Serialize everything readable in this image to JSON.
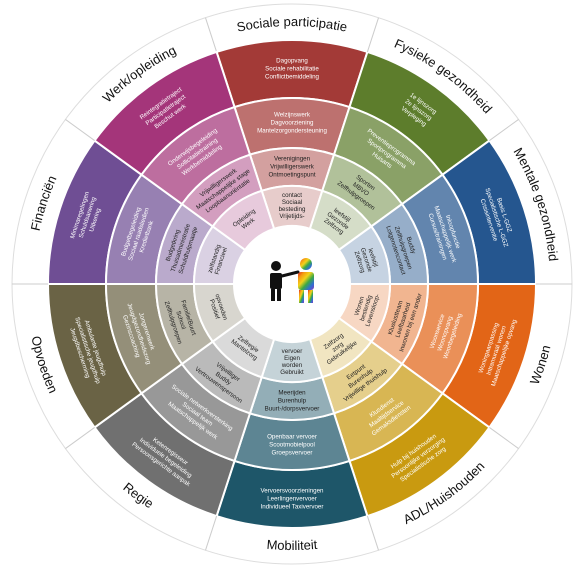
{
  "wheel": {
    "domains": [
      {
        "name": "Sociale participatie",
        "color": "#a33a37",
        "rings": [
          [
            "Conflictbemiddeling",
            "Sociale rehabilitatie",
            "Dagopvang"
          ],
          [
            "Mantelzorgondersteuning",
            "Dagvoorziening",
            "Welzijnswerk"
          ],
          [
            "Ontmoetingspunt",
            "Vrijwilligerswerk",
            "Verenigingen"
          ],
          [
            "Vrijetijds-",
            "besteding",
            "Sociaal",
            "contact"
          ]
        ]
      },
      {
        "name": "Fysieke gezondheid",
        "color": "#5d7d2c",
        "rings": [
          [
            "Verpleging",
            "2e lijnszorg",
            "1e lijnszorg"
          ],
          [
            "Huisarts",
            "Sportprogramma",
            "Preventieprogramma"
          ],
          [
            "Zelfhulpgroepen",
            "MBVO",
            "Sporten"
          ],
          [
            "Zelfzorg",
            "Gezonde",
            "leefstijl"
          ]
        ]
      },
      {
        "name": "Mentale gezondheid",
        "color": "#25568f",
        "rings": [
          [
            "Crisisinterventie",
            "Specialistische L-GGZ",
            "Basis L-GGZ"
          ],
          [
            "Cursus/trainingen",
            "Maatschappelijk werk",
            "Inloopfunctie"
          ],
          [
            "Lotgenotencontact",
            "Zelfhulpgroepen",
            "Buddy"
          ],
          [
            "Zelfzorg",
            "Gezonde",
            "leefstijl"
          ]
        ]
      },
      {
        "name": "Wonen",
        "color": "#e26517",
        "rings": [
          [
            "Maatschappelijke opvang",
            "Intramuraal wonen",
            "Woningaanpassing"
          ],
          [
            "Woonbegeleiding",
            "Woonopvang",
            "Woonservice"
          ],
          [
            "Inwonen bij een ander",
            "Leefbaarheid",
            "Kluslustteam"
          ],
          [
            "Levensloop-",
            "bestendig",
            "Wonen"
          ]
        ]
      },
      {
        "name": "ADL/Huishouden",
        "color": "#c99a10",
        "rings": [
          [
            "Specialistische zorg",
            "Persoonlijke verzorging",
            "Hulp bij huishouden"
          ],
          [
            "Gemaksdiensten",
            "Maaltijdservice",
            "Klusdienst"
          ],
          [
            "Vrijwillige thuishulp",
            "Burenhulp",
            "Eetpunt"
          ],
          [
            "Gebruikelijke",
            "zorg",
            "Zelfzorg"
          ]
        ]
      },
      {
        "name": "Mobiliteit",
        "color": "#1e5669",
        "rings": [
          [
            "Individueel Taxivervoer",
            "Leerlingenvervoer",
            "Vervoersvoorzieningen"
          ],
          [
            "Groepsvervoer",
            "Scootmobielpool",
            "Openbaar vervoer"
          ],
          [
            "Buurt-/dorpsvervoer",
            "Burenhulp",
            "Meerijden"
          ],
          [
            "Gebruikt",
            "worden",
            "Eigen",
            "vervoer"
          ]
        ]
      },
      {
        "name": "Regie",
        "color": "#707070",
        "rings": [
          [
            "Persoonsgerichte aanpak",
            "Individuele begeleiding",
            "Ketenregisseur"
          ],
          [
            "Maatschappelijk werk",
            "Sociaal team",
            "Sociale netwerkversterking"
          ],
          [
            "Vertrouwenspersoon",
            "Buddy",
            "Vrijwilliger"
          ],
          [
            "Mantelzorg",
            "Zelfregie"
          ]
        ]
      },
      {
        "name": "Opvoeden",
        "color": "#6a6345",
        "rings": [
          [
            "Jeugdbescherming",
            "Specialistische jeugdhulp",
            "Ambulante jeugdhulp"
          ],
          [
            "Gezinscoaching",
            "Jeugdgezondheidszorg",
            "Jongerenwerk"
          ],
          [
            "Zelfhulpgroepen",
            "School",
            "Familie/Buurt"
          ],
          [
            "Positief",
            "opvoeden"
          ]
        ]
      },
      {
        "name": "Financiën",
        "color": "#6f4e94",
        "rings": [
          [
            "Uitkering",
            "Schuldsanering",
            "Minimaregelingen"
          ],
          [
            "Kredietbank",
            "Sociaal raadsliedien",
            "Budgetbegeleiding"
          ],
          [
            "Schuldhulpmaatje",
            "Thuisadministratie",
            "Budgetkring"
          ],
          [
            "Financieel",
            "zelfstandig"
          ]
        ]
      },
      {
        "name": "Werk/opleiding",
        "color": "#a4357a",
        "rings": [
          [
            "Beschut werk",
            "Participatietraject",
            "Reintegratietraject"
          ],
          [
            "Werkbemiddeling",
            "Sollicitatietraining",
            "Onderwijsbegeleiding"
          ],
          [
            "Loopbaanoriëntatie",
            "Maatschappelijke stage",
            "Vrijwilligerswerk"
          ],
          [
            "Werk",
            "Opleiding"
          ]
        ]
      }
    ]
  }
}
